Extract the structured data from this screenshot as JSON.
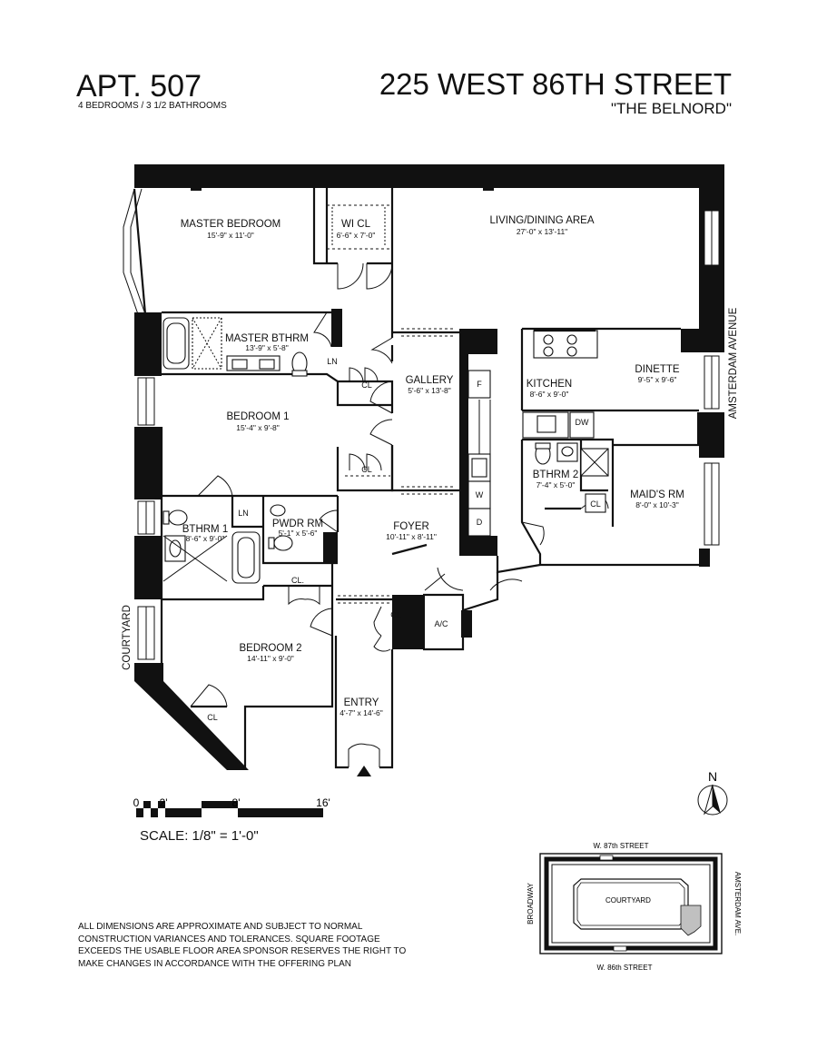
{
  "header": {
    "unit": "APT. 507",
    "bed_bath": "4 BEDROOMS / 3 1/2 BATHROOMS",
    "address": "225 WEST 86TH STREET",
    "building": "\"THE BELNORD\""
  },
  "rooms": {
    "master_bedroom": {
      "name": "MASTER BEDROOM",
      "dim": "15'-9\" x 11'-0\""
    },
    "wi_closet": {
      "name": "WI CL",
      "dim": "6'-6\" x 7'-0\""
    },
    "living_dining": {
      "name": "LIVING/DINING AREA",
      "dim": "27'-0\" x 13'-11\""
    },
    "master_bath": {
      "name": "MASTER BTHRM",
      "dim": "13'-9\" x 5'-8\""
    },
    "gallery": {
      "name": "GALLERY",
      "dim": "5'-6\" x 13'-8\""
    },
    "kitchen": {
      "name": "KITCHEN",
      "dim": "8'-6\" x 9'-0\""
    },
    "dinette": {
      "name": "DINETTE",
      "dim": "9'-5\" x 9'-6\""
    },
    "bedroom1": {
      "name": "BEDROOM 1",
      "dim": "15'-4\" x 9'-8\""
    },
    "bath2": {
      "name": "BTHRM 2",
      "dim": "7'-4\" x 5'-0\""
    },
    "maids_room": {
      "name": "MAID'S RM",
      "dim": "8'-0\" x 10'-3\""
    },
    "bath1": {
      "name": "BTHRM 1",
      "dim": "8'-6\" x 9'-0\""
    },
    "powder_room": {
      "name": "PWDR RM",
      "dim": "5'-1\" x 5'-6\""
    },
    "foyer": {
      "name": "FOYER",
      "dim": "10'-11\" x 8'-11\""
    },
    "bedroom2": {
      "name": "BEDROOM 2",
      "dim": "14'-11\" x 9'-0\""
    },
    "entry": {
      "name": "ENTRY",
      "dim": "4'-7\" x 14'-6\""
    }
  },
  "small_labels": {
    "ln": "LN",
    "cl": "CL",
    "cl_dot": "CL.",
    "ac": "A/C",
    "dw": "DW",
    "fridge": "F",
    "washer": "W",
    "dryer": "D"
  },
  "street_labels": {
    "amsterdam": "AMSTERDAM AVENUE",
    "courtyard": "COURTYARD"
  },
  "scale": {
    "ticks": [
      "0",
      "2'",
      "8'",
      "16'"
    ],
    "label": "SCALE: 1/8\" = 1'-0\""
  },
  "compass": {
    "north": "N"
  },
  "key_plan": {
    "north_street": "W. 87th STREET",
    "south_street": "W. 86th STREET",
    "west_street": "BROADWAY",
    "east_street": "AMSTERDAM AVE.",
    "courtyard": "COURTYARD"
  },
  "disclaimer": "ALL DIMENSIONS ARE APPROXIMATE AND SUBJECT TO NORMAL CONSTRUCTION VARIANCES AND TOLERANCES. SQUARE FOOTAGE EXCEEDS THE USABLE FLOOR AREA SPONSOR RESERVES THE RIGHT TO MAKE CHANGES IN ACCORDANCE WITH THE OFFERING PLAN",
  "colors": {
    "ink": "#111111",
    "paper": "#ffffff",
    "highlight": "#c0c0c0"
  }
}
